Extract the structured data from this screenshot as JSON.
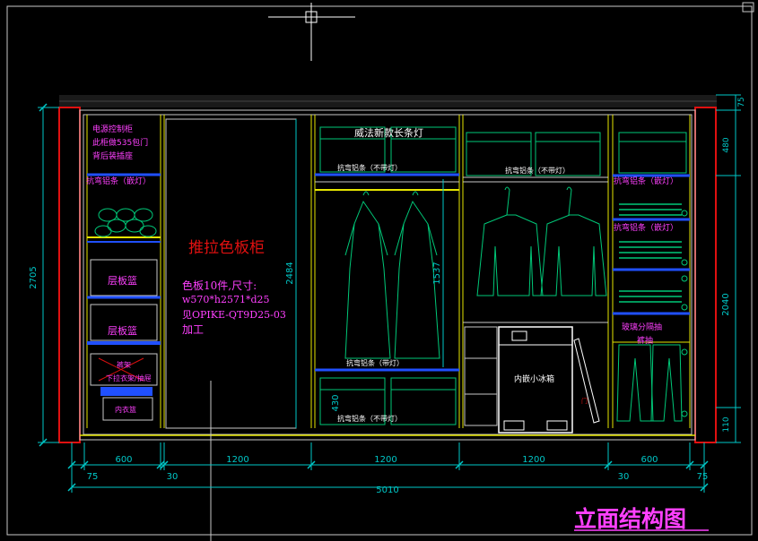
{
  "colors": {
    "background": "#000000",
    "frame": "#c8c8c8",
    "dims": "#00c8c8",
    "cabinet": "#c8c8c8",
    "green_lines": "#00c878",
    "yellow": "#e6e600",
    "magenta": "#ff40ff",
    "red": "#e01010",
    "blue_shelf": "#2050ff",
    "white_text": "#ffffff"
  },
  "labels": {
    "power_note": [
      "电源控制柜",
      "此柜做535包门",
      "背后装插座"
    ],
    "led_left": "抗弯铝条（嵌灯）",
    "shelf_basket_1": "层板篮",
    "shelf_basket_2": "层板篮",
    "pants_rack": "裤架",
    "hanger_drawer": "下拉衣架/抽屉",
    "lower_drawer": "内衣篮",
    "sliding_title": "推拉色板柜",
    "sliding_spec": [
      "色板10件,尺寸:",
      "w570*h2571*d25",
      "见OPIKE-QT9D25-03",
      "加工"
    ],
    "strip_light": "威法新款长条灯",
    "alu_no_light_1": "抗弯铝条（不带灯）",
    "alu_with_light": "抗弯铝条（带灯）",
    "alu_no_light_2": "抗弯铝条（不带灯）",
    "alu_no_light_3": "抗弯铝条（不带灯）",
    "fridge": "内嵌小冰箱",
    "door_note": "门",
    "led_right_1": "抗弯铝条（嵌灯）",
    "led_right_2": "抗弯铝条（嵌灯）",
    "glass_drawer": "玻璃分隔抽",
    "trouser_pull": "裤抽",
    "drawing_title": "立面结构图"
  },
  "dimensions": {
    "total_height": "2705",
    "hanging_height": "2484",
    "hang_mid": "1537",
    "lower": "430",
    "top_right": "75",
    "right_480": "480",
    "right_2040": "2040",
    "right_110": "110",
    "bottom_left_75": "75",
    "seg1": "600",
    "seg_30a": "30",
    "seg2": "1200",
    "seg3": "1200",
    "seg4": "1200",
    "seg5": "600",
    "seg_30b": "30",
    "bottom_right_75": "75",
    "overall": "5010"
  }
}
